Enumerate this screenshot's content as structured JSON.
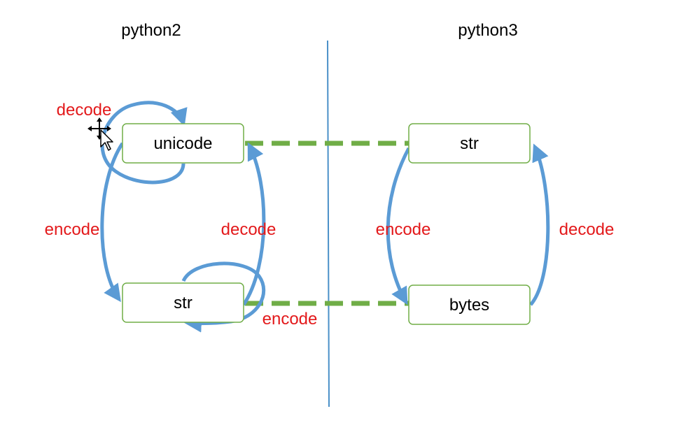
{
  "colors": {
    "node_border": "#70AD47",
    "blue_edge": "#5B9BD5",
    "green_dash": "#70AD47",
    "divider": "#4A90C8",
    "label_red": "#E3191B"
  },
  "headings": {
    "left": "python2",
    "right": "python3"
  },
  "python2": {
    "nodes": {
      "unicode": "unicode",
      "str": "str"
    },
    "labels": {
      "decode_loop": "decode",
      "encode_down": "encode",
      "decode_up": "decode",
      "encode_loop": "encode"
    }
  },
  "python3": {
    "nodes": {
      "str": "str",
      "bytes": "bytes"
    },
    "labels": {
      "encode_down": "encode",
      "decode_up": "decode"
    }
  },
  "cursor_icon": "move-cursor-icon"
}
